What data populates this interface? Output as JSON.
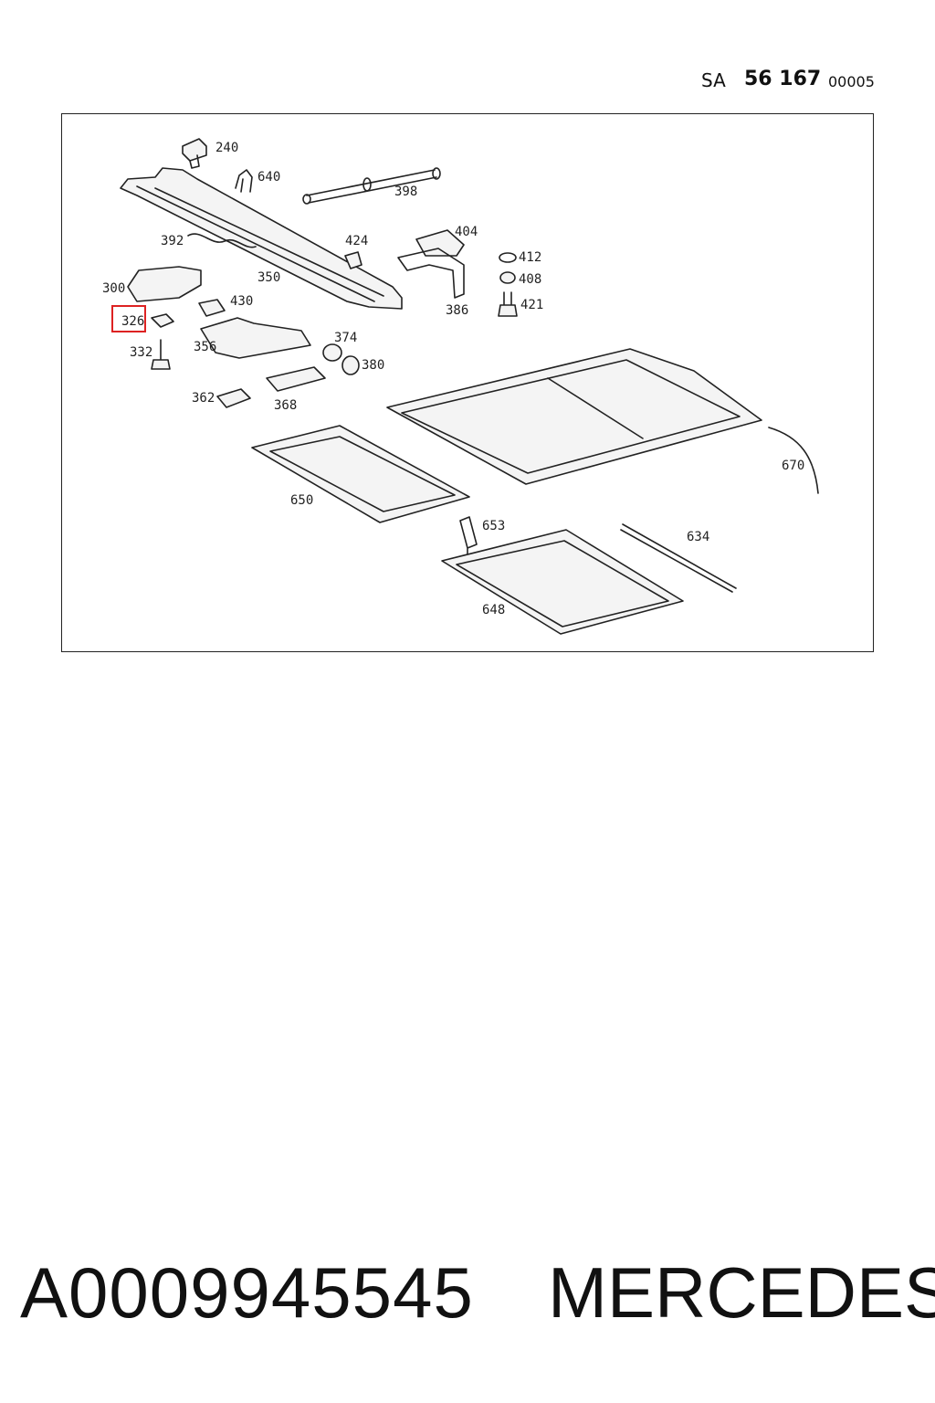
{
  "header": {
    "sa": "SA",
    "number": "56 167",
    "code": "00005"
  },
  "callouts": {
    "c240": "240",
    "c640": "640",
    "c398": "398",
    "c392": "392",
    "c424": "424",
    "c404": "404",
    "c412": "412",
    "c408": "408",
    "c421": "421",
    "c300": "300",
    "c350": "350",
    "c430": "430",
    "c386": "386",
    "c326": "326",
    "c332": "332",
    "c356": "356",
    "c374": "374",
    "c380": "380",
    "c362": "362",
    "c368": "368",
    "c670": "670",
    "c650": "650",
    "c653": "653",
    "c634": "634",
    "c648": "648"
  },
  "highlighted_part": "326",
  "colors": {
    "highlight": "#dd2222",
    "line": "#222222"
  },
  "footer": {
    "part_number": "A0009945545",
    "brand": "MERCEDES"
  }
}
